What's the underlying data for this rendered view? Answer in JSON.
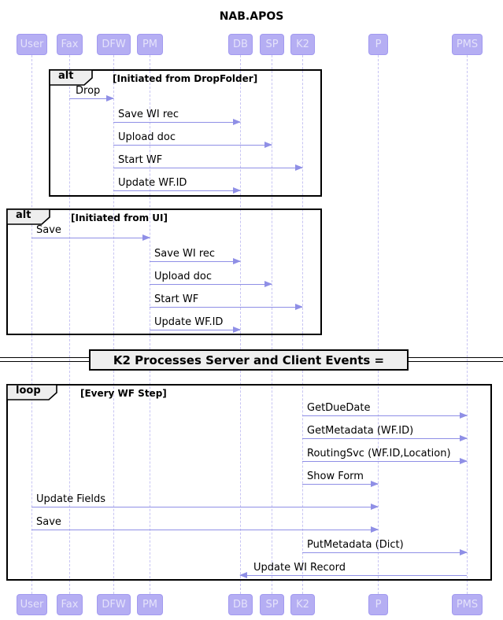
{
  "title": "NAB.APOS",
  "colors": {
    "participant_fill": "#b5aef3",
    "participant_border": "#a29af0",
    "participant_text": "#e4e2fa",
    "lifeline": "#c7c4f3",
    "arrow": "#8f8fe6",
    "frame_border": "#000000",
    "fragment_header_bg": "#eeeeee"
  },
  "participants": [
    {
      "label": "User"
    },
    {
      "label": "Fax"
    },
    {
      "label": "DFW"
    },
    {
      "label": "PM"
    },
    {
      "label": "DB"
    },
    {
      "label": "SP"
    },
    {
      "label": "K2"
    },
    {
      "label": "P"
    },
    {
      "label": "PMS"
    }
  ],
  "fragments": [
    {
      "keyword": "alt",
      "guard": "[Initiated from DropFolder]"
    },
    {
      "keyword": "alt",
      "guard": "[Initiated from UI]"
    },
    {
      "keyword": "loop",
      "guard": "[Every WF Step]"
    }
  ],
  "divider": {
    "label": "K2 Processes Server and Client Events ="
  },
  "messages": [
    {
      "label": "Drop",
      "from": "Fax",
      "to": "DFW"
    },
    {
      "label": "Save WI rec",
      "from": "DFW",
      "to": "DB"
    },
    {
      "label": "Upload doc",
      "from": "DFW",
      "to": "SP"
    },
    {
      "label": "Start WF",
      "from": "DFW",
      "to": "K2"
    },
    {
      "label": "Update WF.ID",
      "from": "DFW",
      "to": "DB"
    },
    {
      "label": "Save",
      "from": "User",
      "to": "PM"
    },
    {
      "label": "Save WI rec",
      "from": "PM",
      "to": "DB"
    },
    {
      "label": "Upload doc",
      "from": "PM",
      "to": "SP"
    },
    {
      "label": "Start WF",
      "from": "PM",
      "to": "K2"
    },
    {
      "label": "Update WF.ID",
      "from": "PM",
      "to": "DB"
    },
    {
      "label": "GetDueDate",
      "from": "K2",
      "to": "PMS"
    },
    {
      "label": "GetMetadata (WF.ID)",
      "from": "K2",
      "to": "PMS"
    },
    {
      "label": "RoutingSvc (WF.ID,Location)",
      "from": "K2",
      "to": "PMS"
    },
    {
      "label": "Show Form",
      "from": "K2",
      "to": "P"
    },
    {
      "label": "Update Fields",
      "from": "User",
      "to": "P"
    },
    {
      "label": "Save",
      "from": "User",
      "to": "P"
    },
    {
      "label": "PutMetadata (Dict)",
      "from": "K2",
      "to": "PMS"
    },
    {
      "label": "Update WI Record",
      "from": "PMS",
      "to": "DB"
    }
  ]
}
